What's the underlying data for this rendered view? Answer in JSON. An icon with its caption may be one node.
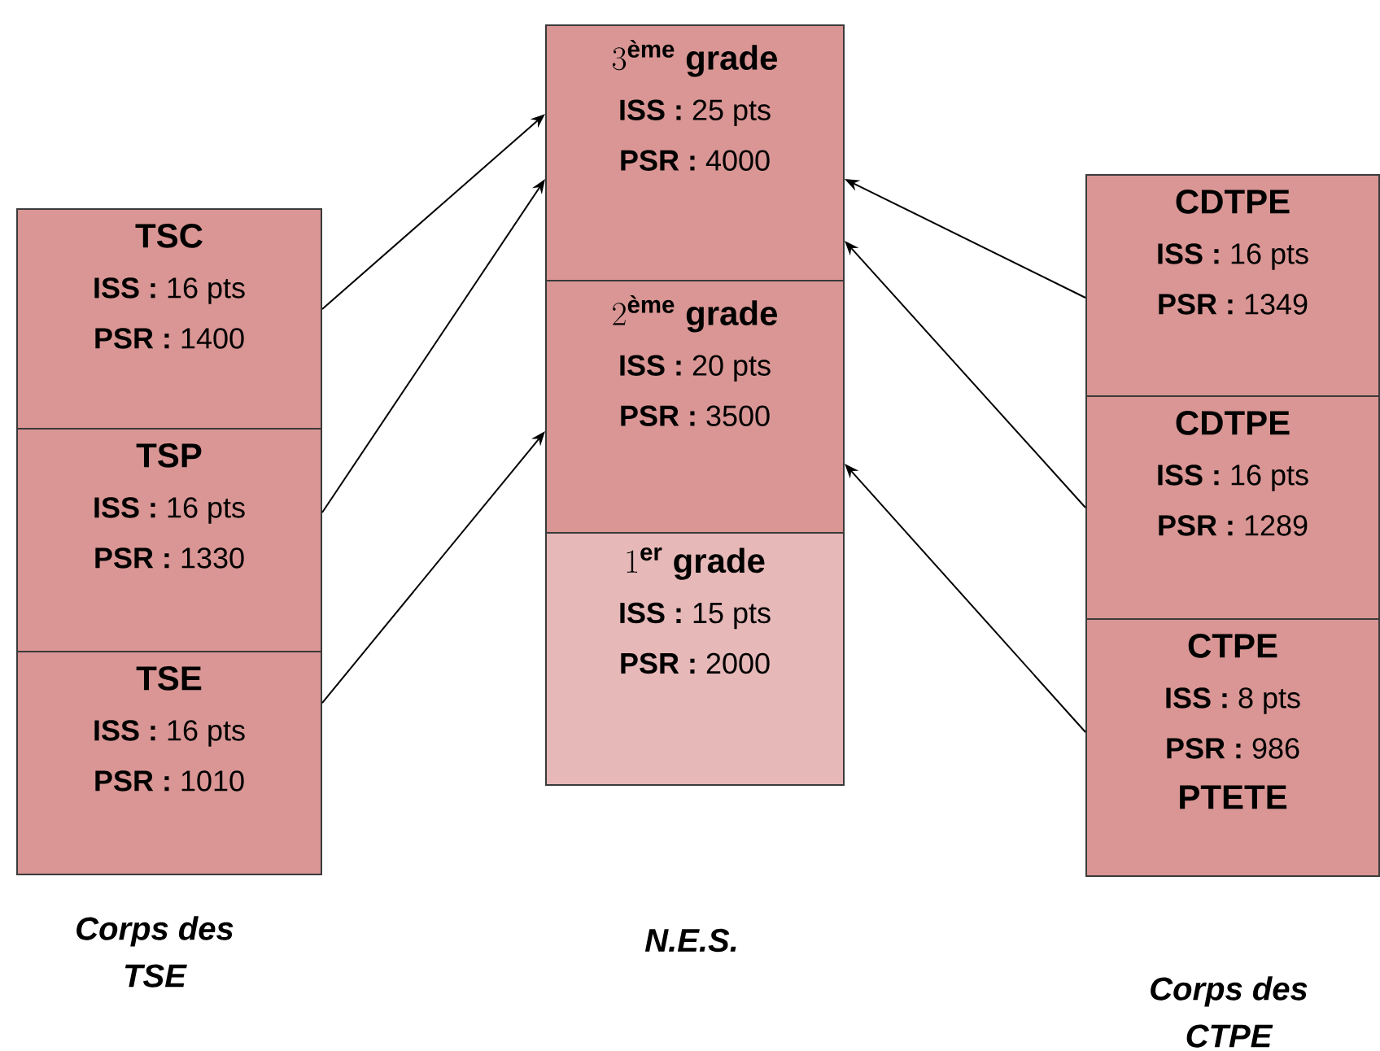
{
  "diagram": {
    "nodes": [
      {
        "text": [
          "TSC",
          "**ISS :** 16 pts",
          "**PSR :** 1400"
        ]
      },
      {
        "text": [
          "TSP",
          "**ISS :** 16 pts",
          "**PSR :** 1330"
        ]
      },
      {
        "text": [
          "TSE",
          "**ISS :** 16 pts",
          "**PSR :** 1010"
        ]
      },
      {
        "text": [
          "3^{\\text{ème}}\\text{ grade}",
          "**ISS :** 25 pts",
          "**PSR :** 4000"
        ]
      },
      {
        "text": [
          "2^{\\text{ème}}\\text{ grade}",
          "**ISS :** 20 pts",
          "**PSR :** 3500"
        ]
      },
      {
        "text": [
          "1^{\\text{er}}\\text{ grade}",
          "**ISS :** 15 pts",
          "**PSR :** 2000"
        ]
      },
      {
        "text": [
          "CDTPE",
          "**ISS :** 16 pts",
          "**PSR :** 1349"
        ]
      },
      {
        "text": [
          "CDTPE",
          "**ISS :** 16 pts",
          "**PSR :** 1289"
        ]
      },
      {
        "text": [
          "CTPE",
          "**ISS :** 8 pts",
          "**PSR :** 986",
          "PTETE"
        ]
      }
    ],
    "edges": [
      {
        "from": 0,
        "to": 3,
        "arrow": "to"
      },
      {
        "from": 1,
        "to": 3,
        "arrow": "to"
      },
      {
        "from": 2,
        "to": 4,
        "arrow": "to"
      },
      {
        "from": 6,
        "to": 3,
        "arrow": "to"
      },
      {
        "from": 7,
        "to": 3,
        "arrow": "to"
      },
      {
        "from": 8,
        "to": 4,
        "arrow": "to"
      }
    ],
    "labels": [
      "Corps des TSE",
      "N.E.S.",
      "Corps des CTPE"
    ]
  }
}
